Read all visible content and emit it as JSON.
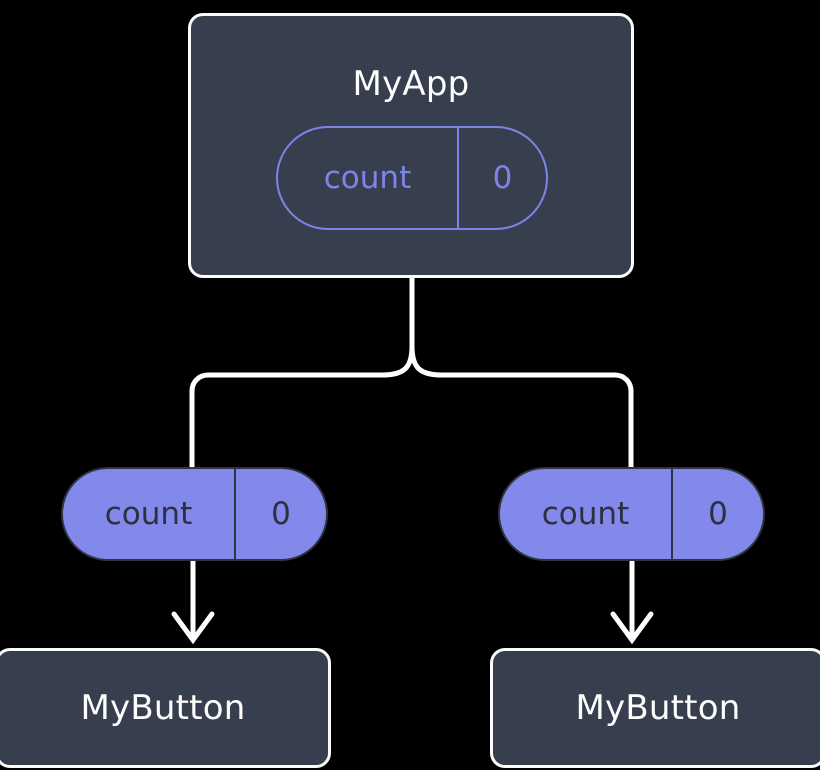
{
  "diagram": {
    "type": "component-state-tree",
    "background_color": "#000000",
    "palette": {
      "node_fill": "#373E4D",
      "node_border": "#FBFBFB",
      "node_text": "#FDFDFD",
      "pill_accent": "#7C84E9",
      "pill_fill": "#8289EA",
      "pill_dark_text": "#2C3040",
      "wire": "#FFFFFF"
    },
    "root": {
      "title": "MyApp",
      "state": {
        "name": "count",
        "value": "0"
      }
    },
    "children": [
      {
        "title": "MyButton",
        "state": {
          "name": "count",
          "value": "0"
        }
      },
      {
        "title": "MyButton",
        "state": {
          "name": "count",
          "value": "0"
        }
      }
    ]
  }
}
